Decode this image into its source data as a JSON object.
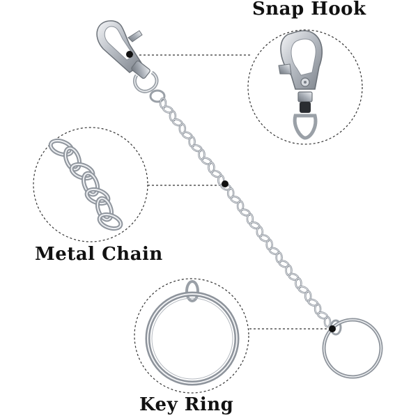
{
  "image": {
    "background": "#ffffff",
    "metal_color": "#c8ccd2",
    "dark_accent": "#111111",
    "dash_color": "#333333"
  },
  "callouts": {
    "snap_hook": {
      "label": "Snap Hook"
    },
    "metal_chain": {
      "label": "Metal Chain"
    },
    "key_ring": {
      "label": "Key Ring"
    }
  }
}
